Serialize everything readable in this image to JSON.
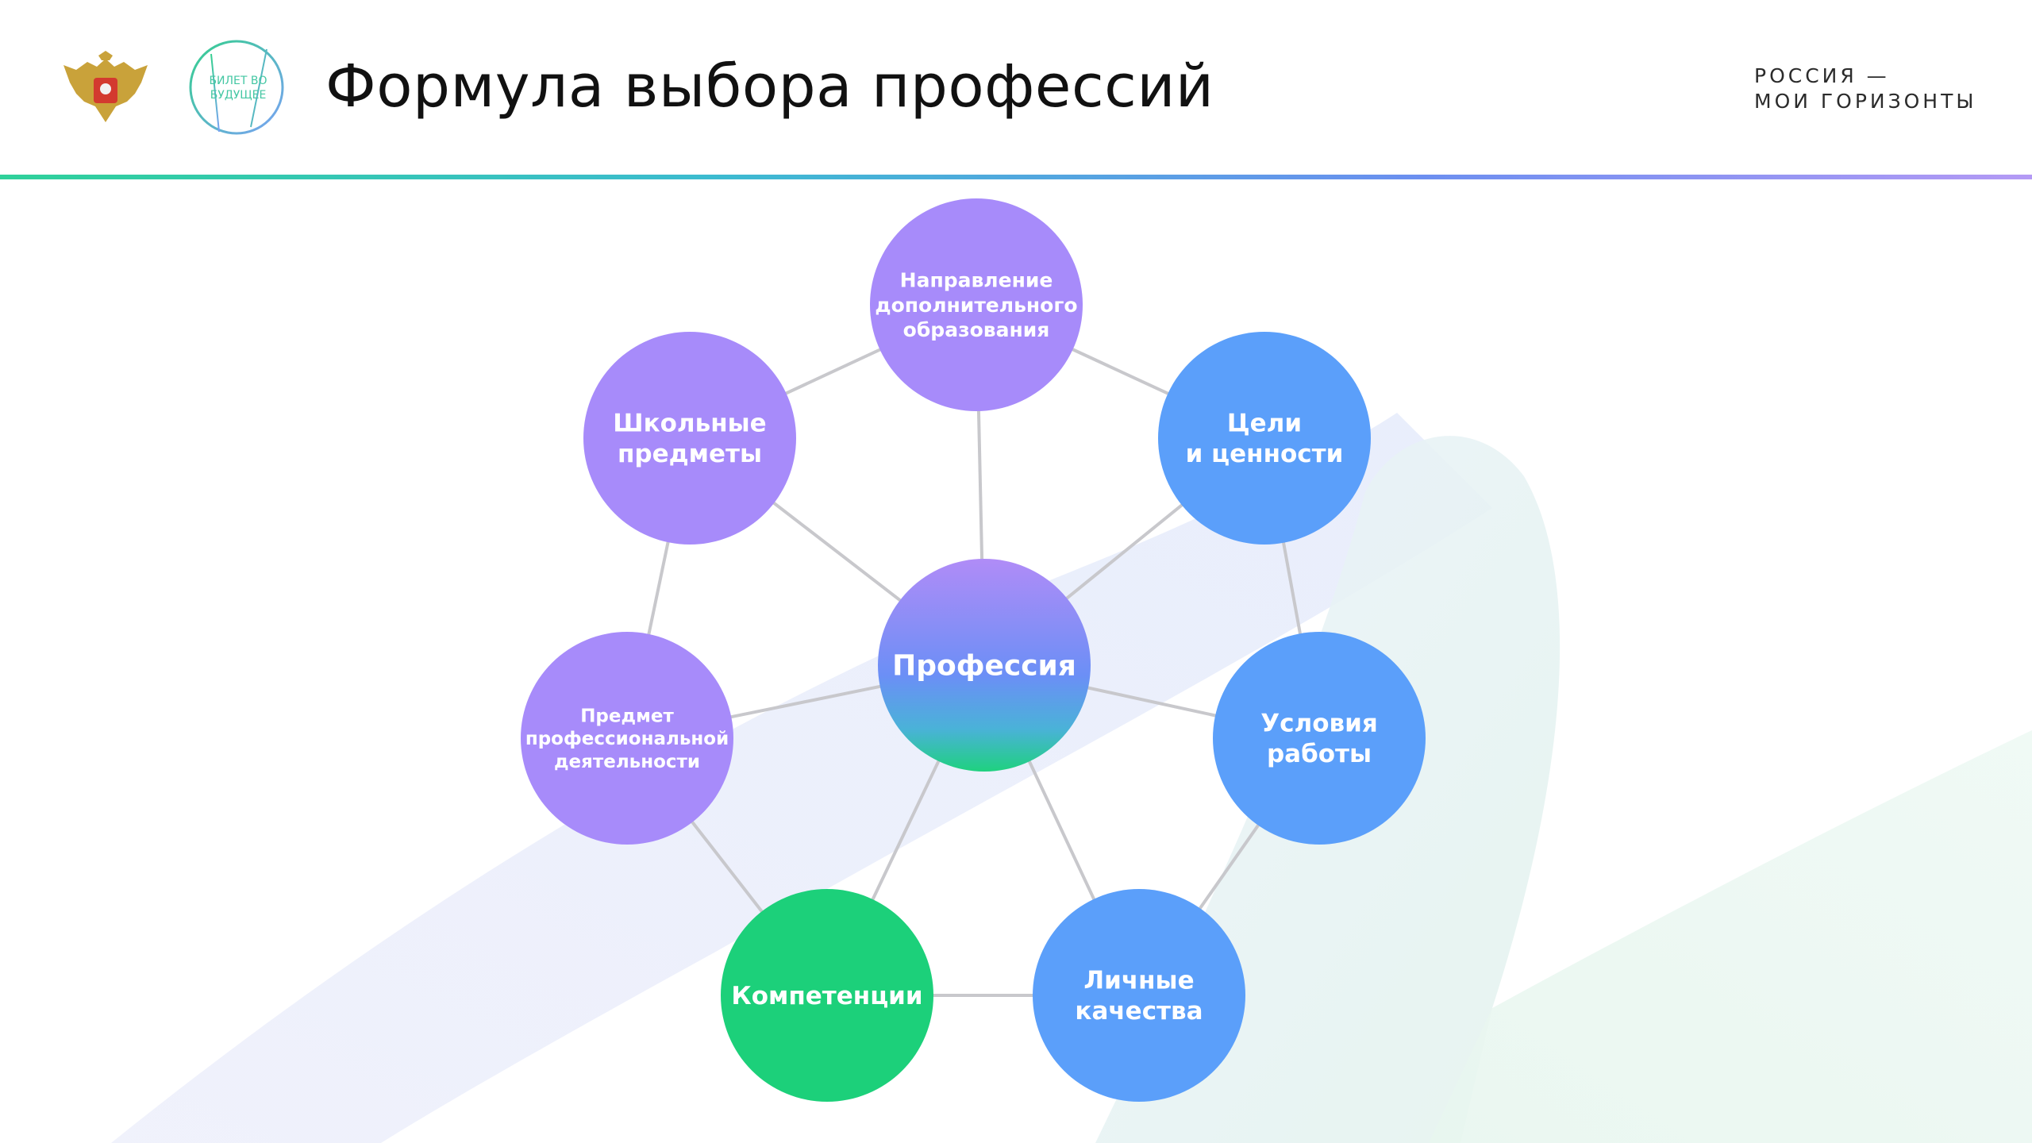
{
  "header": {
    "title": "Формула выбора профессий",
    "ticket_logo": [
      "БИЛЕТ ВО",
      "БУДУЩЕЕ"
    ],
    "brand_lines": [
      "РОССИЯ —",
      "МОИ ГОРИЗОНТЫ"
    ]
  },
  "colors": {
    "purple": "#a78bfa",
    "blue": "#5b9ffa",
    "green": "#1cd07a",
    "edge": "#c8c8cc"
  },
  "diagram": {
    "center": {
      "lines": [
        "Профессия"
      ]
    },
    "nodes": [
      {
        "id": "napravlenie",
        "lines": [
          "Направление",
          "дополнительного",
          "образования"
        ]
      },
      {
        "id": "tseli",
        "lines": [
          "Цели",
          "и ценности"
        ]
      },
      {
        "id": "usloviya",
        "lines": [
          "Условия",
          "работы"
        ]
      },
      {
        "id": "lichnye",
        "lines": [
          "Личные",
          "качества"
        ]
      },
      {
        "id": "kompetentsii",
        "lines": [
          "Компетенции"
        ]
      },
      {
        "id": "predmet",
        "lines": [
          "Предмет",
          "профессиональной",
          "деятельности"
        ]
      },
      {
        "id": "shkolnye",
        "lines": [
          "Школьные",
          "предметы"
        ]
      }
    ]
  }
}
